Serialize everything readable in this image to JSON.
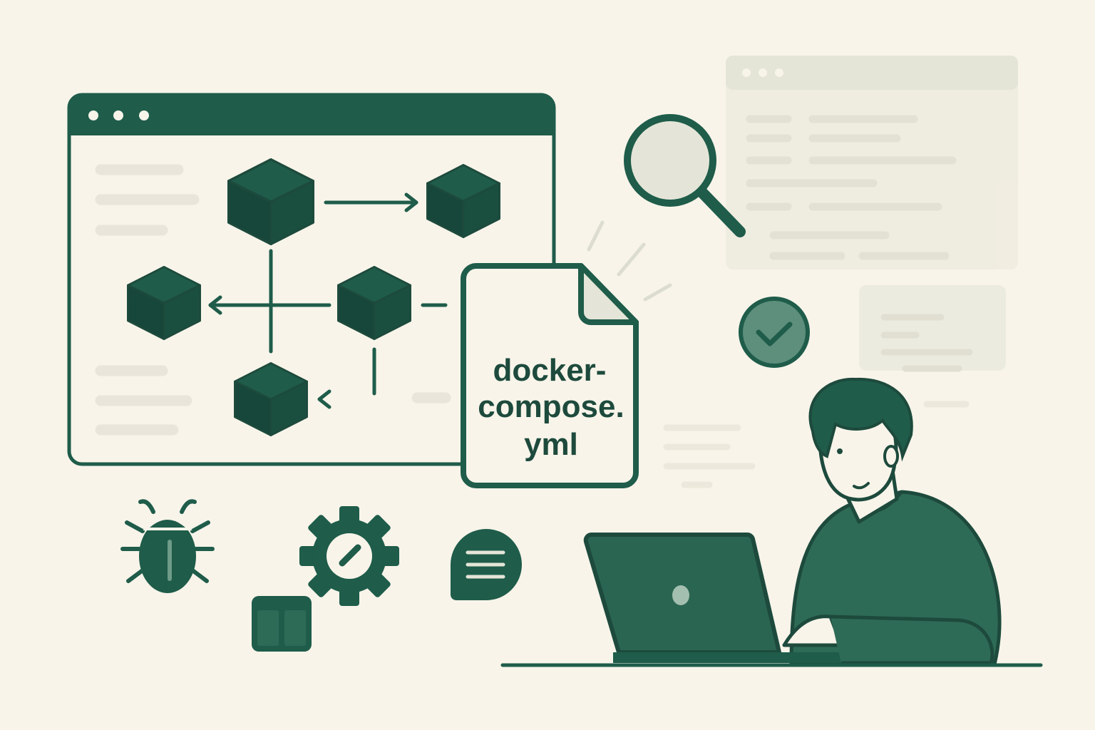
{
  "file": {
    "line1": "docker-",
    "line2": "compose.",
    "line3": "yml"
  },
  "colors": {
    "background": "#f8f4ea",
    "primary": "#1f5c4a",
    "dark": "#1d4a3c",
    "muted": "#e9e5da",
    "accent": "#5d8f7c"
  },
  "icons": [
    "bug-icon",
    "gear-icon",
    "chat-icon",
    "window-icon",
    "search-icon",
    "check-icon",
    "container-cube-icon",
    "laptop-icon"
  ]
}
